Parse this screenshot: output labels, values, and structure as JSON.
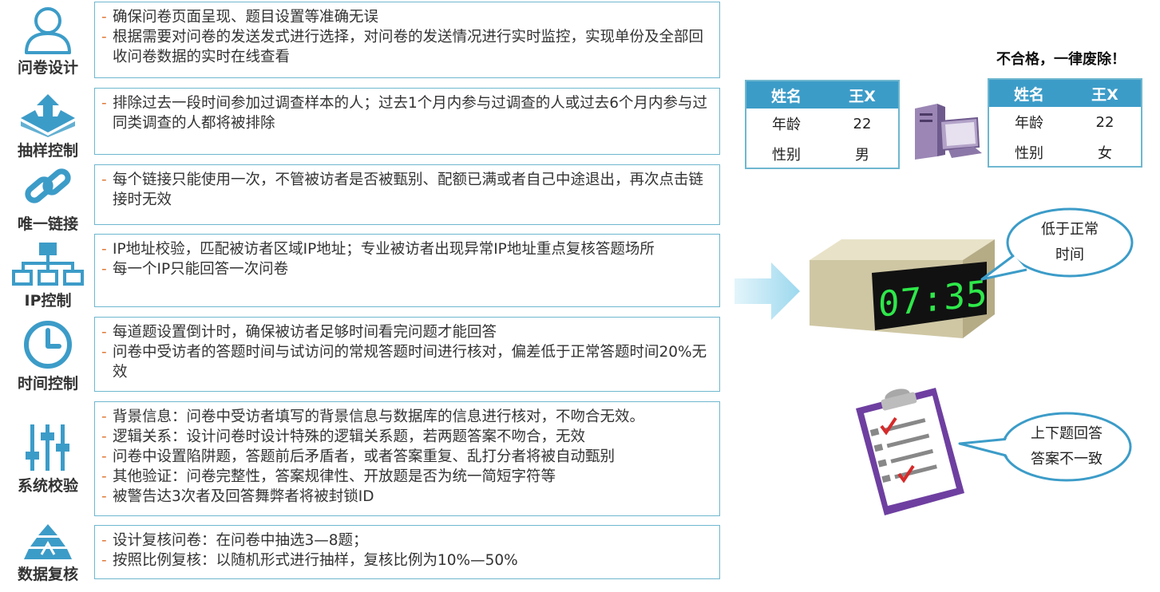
{
  "rows": [
    {
      "label": "问卷设计",
      "icon": "person-icon",
      "lines": [
        "确保问卷页面呈现、题目设置等准确无误",
        "根据需要对问卷的发送发式进行选择，对问卷的发送情况进行实时监控，实现单份及全部回收问卷数据的实时在线查看"
      ]
    },
    {
      "label": "抽样控制",
      "icon": "upload-tray-icon",
      "lines": [
        "排除过去一段时间参加过调查样本的人；过去1个月内参与过调查的人或过去6个月内参与过同类调查的人都将被排除"
      ]
    },
    {
      "label": "唯一链接",
      "icon": "chain-link-icon",
      "lines": [
        "每个链接只能使用一次，不管被访者是否被甄别、配额已满或者自己中途退出，再次点击链接时无效"
      ]
    },
    {
      "label": "IP控制",
      "icon": "network-tree-icon",
      "lines": [
        "IP地址校验，匹配被访者区域IP地址；专业被访者出现异常IP地址重点复核答题场所",
        "每一个IP只能回答一次问卷"
      ]
    },
    {
      "label": "时间控制",
      "icon": "clock-icon",
      "lines": [
        "每道题设置倒计时，确保被访者足够时间看完问题才能回答",
        "问卷中受访者的答题时间与试访问的常规答题时间进行核对，偏差低于正常答题时间20%无效"
      ]
    },
    {
      "label": "系统校验",
      "icon": "sliders-icon",
      "lines": [
        "背景信息：问卷中受访者填写的背景信息与数据库的信息进行核对，不吻合无效。",
        "逻辑关系：设计问卷时设计特殊的逻辑关系题，若两题答案不吻合，无效",
        "问卷中设置陷阱题，答题前后矛盾者，或者答案重复、乱打分者将被自动甄别",
        "其他验证：问卷完整性，答案规律性、开放题是否为统一简短字符等",
        "被警告达3次者及回答舞弊者将被封锁ID"
      ]
    },
    {
      "label": "数据复核",
      "icon": "pyramid-icon",
      "lines": [
        "设计复核问卷：在问卷中抽选3—8题；",
        "按照比例复核：以随机形式进行抽样，复核比例为10%—50%"
      ]
    }
  ],
  "fail_text": "不合格，一律废除！",
  "card_left": {
    "head": [
      "姓名",
      "王X"
    ],
    "rows": [
      [
        "年龄",
        "22"
      ],
      [
        "性别",
        "男"
      ]
    ]
  },
  "card_right": {
    "head": [
      "姓名",
      "王X"
    ],
    "rows": [
      [
        "年龄",
        "22"
      ],
      [
        "性别",
        "女"
      ]
    ]
  },
  "clock_display": "07:35",
  "bubble_time": [
    "低于正常",
    "时间"
  ],
  "bubble_answers": [
    "上下题回答",
    "答案不一致"
  ],
  "colors": {
    "icon_blue": "#3c9cc8",
    "border": "#6fb7cf",
    "dash": "#e07a3a",
    "clock_digits": "#2ee84a"
  }
}
